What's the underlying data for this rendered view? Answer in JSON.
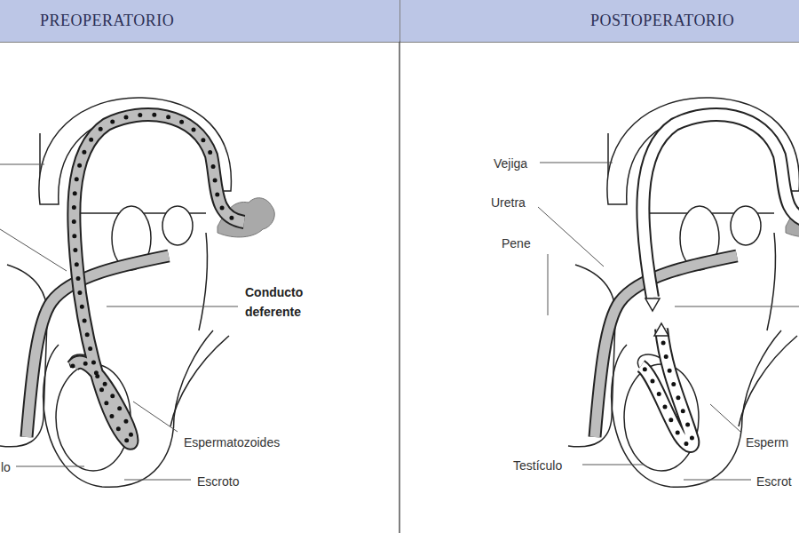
{
  "diagram": {
    "nodes": [
      {
        "text": [
          "PREOPERATORIO"
        ]
      },
      {
        "text": [
          "POSTOPERATORIO"
        ]
      }
    ],
    "labels": [
      "Conducto deferente",
      "Espermatozoides",
      "lo",
      "Escroto",
      "Vejiga",
      "Uretra",
      "Pene",
      "Testículo",
      "Esperm",
      "Escrot"
    ]
  }
}
